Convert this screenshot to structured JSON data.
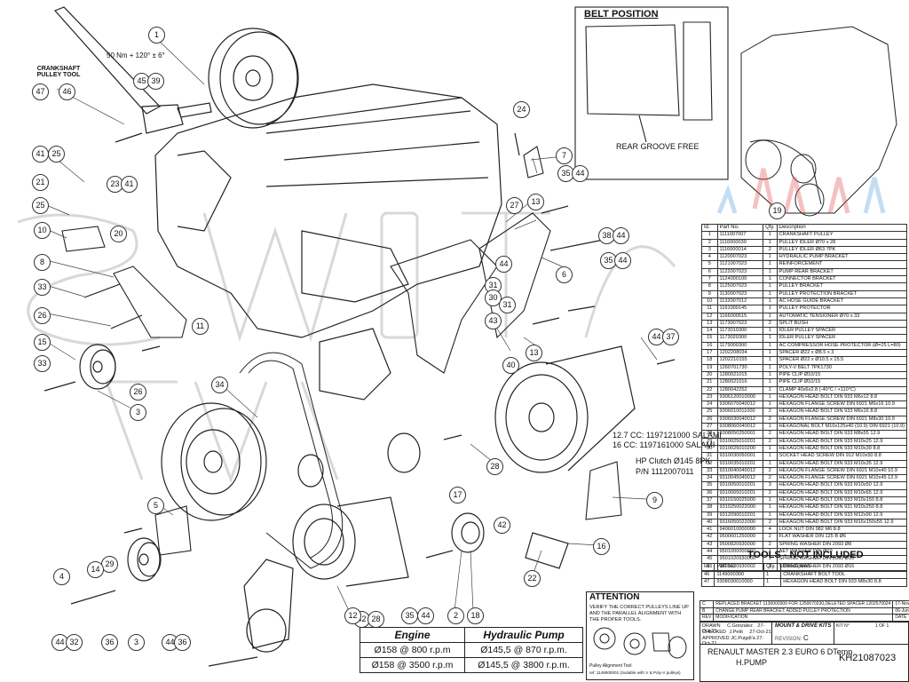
{
  "colors": {
    "line": "#222222",
    "watermark": "#d8d8d8",
    "accent_red": "#e05050",
    "accent_blue": "#5aa0e0"
  },
  "labels": {
    "belt_position": "BELT POSITION",
    "rear_groove_free": "REAR GROOVE FREE",
    "torque_spec": "50 Nm + 120° ± 6°",
    "crankshaft_tool": "CRANKSHAFT PULLEY TOOL",
    "salami_1": "12.7 CC: 1197121000 SALAMI",
    "salami_2": "16 CC: 1197161000 SALAMI",
    "hp_clutch_1": "HP Clutch Ø145 8PK",
    "hp_clutch_2": "P/N 1112007011",
    "tools_not_included": "TOOLS - NOT INCLUDED",
    "attention_title": "ATTENTION",
    "attention_1": "VERIFY THE CORRECT PULLEYS LINE UP",
    "attention_2": "AND THE PARALLEL ALIGNMENT WITH",
    "attention_3": "THE PROPER TOOLS.",
    "pulley_tool_1": "Pulley Alignment Tool",
    "pulley_tool_2": "ref: 1149000001 (Suitable with V & Poly-V pulleys)"
  },
  "callouts": [
    "1",
    "47",
    "46",
    "45",
    "39",
    "41",
    "25",
    "23",
    "41",
    "21",
    "25",
    "20",
    "10",
    "8",
    "33",
    "26",
    "15",
    "33",
    "3",
    "34",
    "26",
    "24",
    "7",
    "35",
    "44",
    "13",
    "27",
    "38",
    "44",
    "35",
    "44",
    "6",
    "44",
    "31",
    "30",
    "43",
    "40",
    "31",
    "13",
    "11",
    "44",
    "37",
    "28",
    "9",
    "5",
    "29",
    "14",
    "17",
    "42",
    "42",
    "28",
    "16",
    "4",
    "44",
    "32",
    "36",
    "3",
    "44",
    "36",
    "12",
    "2",
    "18",
    "35",
    "44",
    "22",
    "19"
  ],
  "parts": {
    "headers": [
      "Id.",
      "Part No.",
      "Qty.",
      "Description"
    ],
    "rows": [
      [
        "1",
        "1111007007",
        "1",
        "CRANKSHAFT PULLEY"
      ],
      [
        "2",
        "1116000039",
        "1",
        "PULLEY IDLER Ø70 x 28"
      ],
      [
        "3",
        "1116000014",
        "2",
        "PULLEY IDLER Ø63 7PK"
      ],
      [
        "4",
        "1120007023",
        "1",
        "HYDRAULIC PUMP BRACKET"
      ],
      [
        "5",
        "1121007023",
        "1",
        "REINFORCEMENT"
      ],
      [
        "6",
        "1122007023",
        "1",
        "PUMP REAR BRACKET"
      ],
      [
        "7",
        "1124000100",
        "1",
        "CONNECTOR BRACKET"
      ],
      [
        "8",
        "1125007023",
        "1",
        "PULLEY BRACKET"
      ],
      [
        "9",
        "1130007023",
        "1",
        "PULLEY PROTECTION BRACKET"
      ],
      [
        "10",
        "1132007012",
        "1",
        "AC HOSE GUIDE BRACKET"
      ],
      [
        "11",
        "1161000145",
        "1",
        "PULLEY PROTECTOR"
      ],
      [
        "12",
        "1166000515",
        "1",
        "AUTOMATIC TENSIONER Ø70 x 33"
      ],
      [
        "13",
        "1173007023",
        "2",
        "SPLIT BUSH"
      ],
      [
        "14",
        "1173010300",
        "1",
        "IDLER PULLEY SPACER"
      ],
      [
        "15",
        "1173020300",
        "1",
        "IDLER PULLEY SPACER"
      ],
      [
        "16",
        "1179000300",
        "1",
        "AC COMPRESSOR HOSE PROTECTOR (Ø=25 L=80)"
      ],
      [
        "17",
        "1202208034",
        "1",
        "SPACER Ø22 x Ø8.5 x 3"
      ],
      [
        "18",
        "1202210155",
        "1",
        "SPACER Ø22 x Ø10.5 x 15.5"
      ],
      [
        "19",
        "1260701730",
        "1",
        "POLY-V BELT 7PK1730"
      ],
      [
        "20",
        "1280021015",
        "1",
        "PIPE CLIP Ø10/15"
      ],
      [
        "21",
        "1280021016",
        "1",
        "PIPE CLIP Ø10/15"
      ],
      [
        "22",
        "1280042252",
        "1",
        "CLAMP 40x6x2.8 (-40°C / +110°C)"
      ],
      [
        "23",
        "9306120010000",
        "1",
        "HEXAGON HEAD BOLT DIN 933 M6x12 8.8"
      ],
      [
        "24",
        "9306070040012",
        "1",
        "HEXAGON FLANGE SCREW DIN 6921 M6x16 10.9"
      ],
      [
        "25",
        "9306010011000",
        "2",
        "HEXAGON HEAD BOLT DIN 933 M6x16 8.8"
      ],
      [
        "26",
        "9306030040012",
        "2",
        "HEXAGON FLANGE SCREW DIN 6921 M8x30 10.9"
      ],
      [
        "27",
        "9308060040012",
        "1",
        "HEXAGONAL BOLT M10x125x40 (10.9) DIN 6921 (10.9)"
      ],
      [
        "28",
        "9308050250001",
        "2",
        "HEXAGON HEAD BOLT DIN 933 M8x55 12.9"
      ],
      [
        "29",
        "9310025010201",
        "2",
        "HEXAGON HEAD BOLT DIN 933 M10x25 12.9"
      ],
      [
        "30",
        "9310025010200",
        "1",
        "HEXAGON HEAD BOLT DIN 933 M10x30 8.8"
      ],
      [
        "31",
        "9310030050001",
        "1",
        "SOCKET HEAD SCREW DIN 912 M10x50 8.8"
      ],
      [
        "32",
        "9310035010201",
        "1",
        "HEXAGON HEAD BOLT DIN 933 M10x35 12.9"
      ],
      [
        "33",
        "9310040040012",
        "2",
        "HEXAGON FLANGE SCREW DIN 6921 M10x40 10.9"
      ],
      [
        "34",
        "9310045040012",
        "2",
        "HEXAGON FLANGE SCREW DIN 6921 M10x45 12.9"
      ],
      [
        "35",
        "9310050010201",
        "3",
        "HEXAGON HEAD BOLT DIN 933 M10x50 12.9"
      ],
      [
        "36",
        "9310065010201",
        "2",
        "HEXAGON HEAD BOLT DIN 933 M10x65 12.9"
      ],
      [
        "37",
        "9310150025000",
        "1",
        "HEXAGON HEAD BOLT DIN 933 M10x150 8.8"
      ],
      [
        "38",
        "9310250022000",
        "1",
        "HEXAGON HEAD BOLT DIN 931 M10x250 8.8"
      ],
      [
        "39",
        "9312090010201",
        "1",
        "HEXAGON HEAD BOLT DIN 933 M12x90 12.9"
      ],
      [
        "40",
        "9316050022000",
        "2",
        "HEXAGON HEAD BOLT DIN 933 M16x150x55 12.9"
      ],
      [
        "41",
        "9406010000000",
        "4",
        "LOCK NUT DIN 982 M6 8.8"
      ],
      [
        "42",
        "9500601250000",
        "2",
        "FLAT WASHER DIN 125 B Ø6"
      ],
      [
        "43",
        "9500820930000",
        "2",
        "SPRING WASHER DIN 2093 Ø8"
      ],
      [
        "44",
        "9501000000002",
        "1",
        "AET WASHER DIN Ø10"
      ],
      [
        "45",
        "9501020930000",
        "1",
        "SPRING WASHER DIN 2093 Ø10"
      ],
      [
        "45",
        "9501620930002",
        "1",
        "SPRING WASHER DIN 2093 Ø16"
      ]
    ]
  },
  "tools": {
    "headers": [
      "Id.",
      "Part No.",
      "Qty.",
      "Description"
    ],
    "rows": [
      [
        "46",
        "1149000300",
        "1",
        "CRANKSHAFT BOLT TOOL"
      ],
      [
        "47",
        "9308030010000",
        "1",
        "HEXAGON HEAD BOLT DIN 933 M8x30 8.8"
      ]
    ]
  },
  "revisions": [
    [
      "C",
      "REPLACED BRACKET 1130000300 FOR 1250070230,DELETED SPACER 1202570024",
      "17-Nov-22",
      "C.Gonzalez"
    ],
    [
      "B",
      "CHANGE PUMP REAR BRACKET; ADDED PULLEY PROTECTION",
      "06-Jun-22",
      "C.Gonzalez"
    ],
    [
      "REV",
      "MODIFICATION",
      "DATE",
      "NAME"
    ]
  ],
  "title_block": {
    "drawn": "DRAWN",
    "drawn_by": "C.Gonzalez",
    "drawn_date": "27-Oct-21",
    "checked": "CHECKED",
    "checked_by": "J.Petit",
    "checked_date": "27-Oct-21",
    "approved": "APPROVED",
    "approved_by": "JC.Puigdi'a",
    "approved_date": "27-Oct-21",
    "category": "MOUNT & DRIVE KITS",
    "revision_label": "REVISION:",
    "revision": "C",
    "vehicle": "RENAULT MASTER 2.3 EURO 6 DTemp",
    "subtitle": "H.PUMP",
    "kit_label": "KIT N°",
    "kit_no": "KH21087023",
    "sheet": "1 OF 1"
  },
  "speed_table": {
    "headers": [
      "Engine",
      "Hydraulic Pump"
    ],
    "rows": [
      [
        "Ø158 @ 800 r.p.m",
        "Ø145,5 @ 870 r.p.m."
      ],
      [
        "Ø158 @ 3500 r.p.m",
        "Ø145,5 @ 3800 r.p.m."
      ]
    ]
  }
}
